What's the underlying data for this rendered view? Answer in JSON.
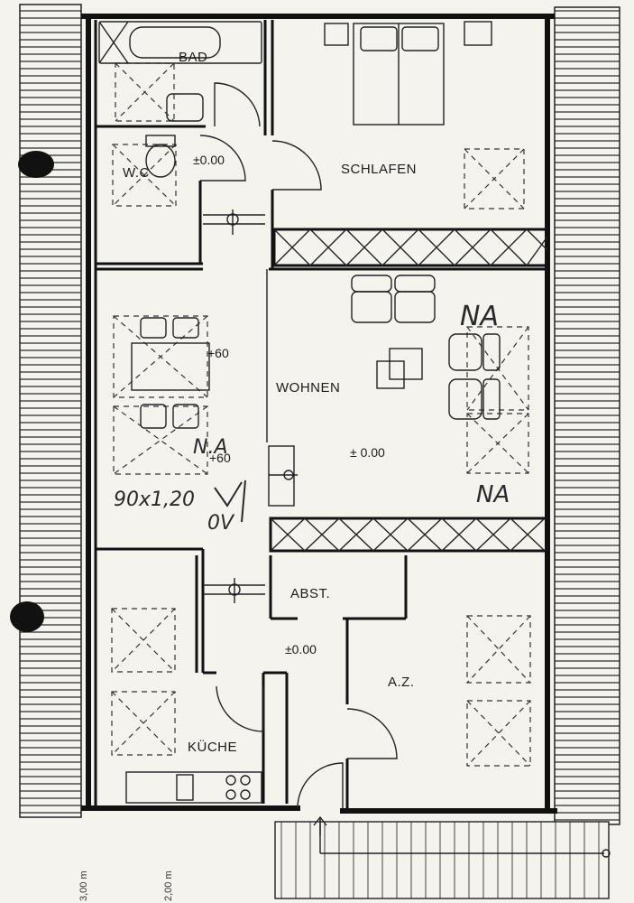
{
  "rooms": {
    "bad": "BAD",
    "wc": "W.C",
    "schlafen": "SCHLAFEN",
    "wohnen": "WOHNEN",
    "abst": "ABST.",
    "az": "A.Z.",
    "kueche": "KÜCHE"
  },
  "levels": {
    "wc_level": "±0.00",
    "wohnen_level": "± 0.00",
    "flur_level": "±0.00",
    "dining_height": "+60",
    "dining_height_2": "+60"
  },
  "annotations": {
    "na_top": "NA",
    "na_left": "N.A",
    "na_bottom": "NA",
    "window_size": "90x1,20",
    "check": "0V"
  },
  "margin": {
    "dim_left": "3,00 m",
    "dim_right": "2,00 m"
  },
  "colors": {
    "wall": "#111111",
    "paper": "#f4f3ee",
    "roof_hatch": "#3a3a3a"
  }
}
